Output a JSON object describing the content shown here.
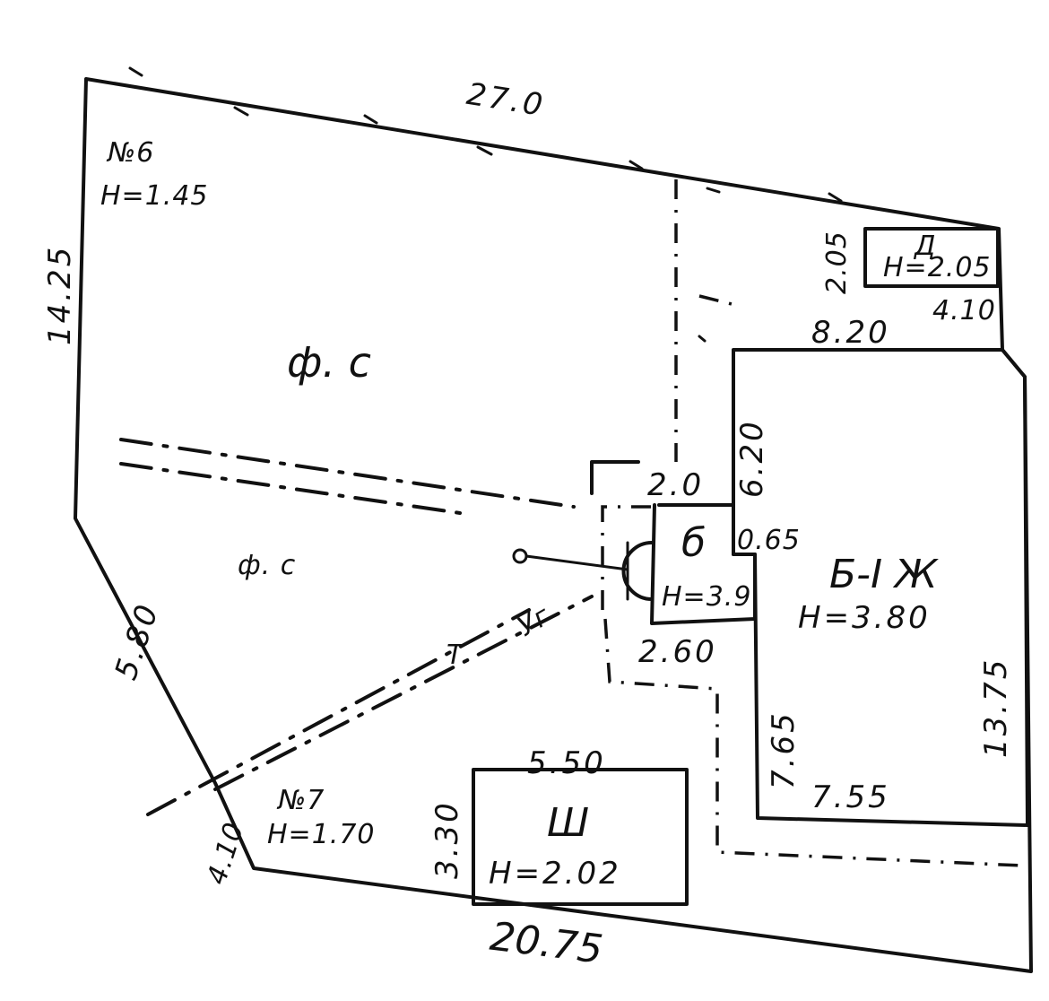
{
  "plot": {
    "dims": {
      "top": "27.0",
      "left": "14.25",
      "lower_left": "5.80",
      "bottom_left_small": "4.10",
      "bottom": "20.75",
      "right": "13.75"
    },
    "area_label_upper": "ф. с",
    "area_label_lower": "ф. с"
  },
  "buildings": {
    "n6": {
      "id": "№6",
      "height": "H=1.45"
    },
    "n7": {
      "id": "№7",
      "height": "H=1.70"
    },
    "d": {
      "letter": "Д",
      "height": "H=2.05",
      "dim_w": "4.10",
      "dim_h": "2.05"
    },
    "main": {
      "label": "Б-I Ж",
      "height": "H=3.80",
      "dim_top": "8.20",
      "dim_left_upper": "6.20",
      "dim_left_lower": "7.65",
      "dim_bottom": "7.55",
      "dim_right": "13.75"
    },
    "b": {
      "letter": "б",
      "height": "H=3.9",
      "dim_top": "2.0",
      "dim_left": "0.65",
      "dim_bottom": "2.60"
    },
    "u": {
      "letter": "Ш",
      "height": "H=2.02",
      "dim_top": "5.50",
      "dim_left": "3.30"
    }
  },
  "line_label_t": "Т",
  "line_label_ug": "Уг"
}
